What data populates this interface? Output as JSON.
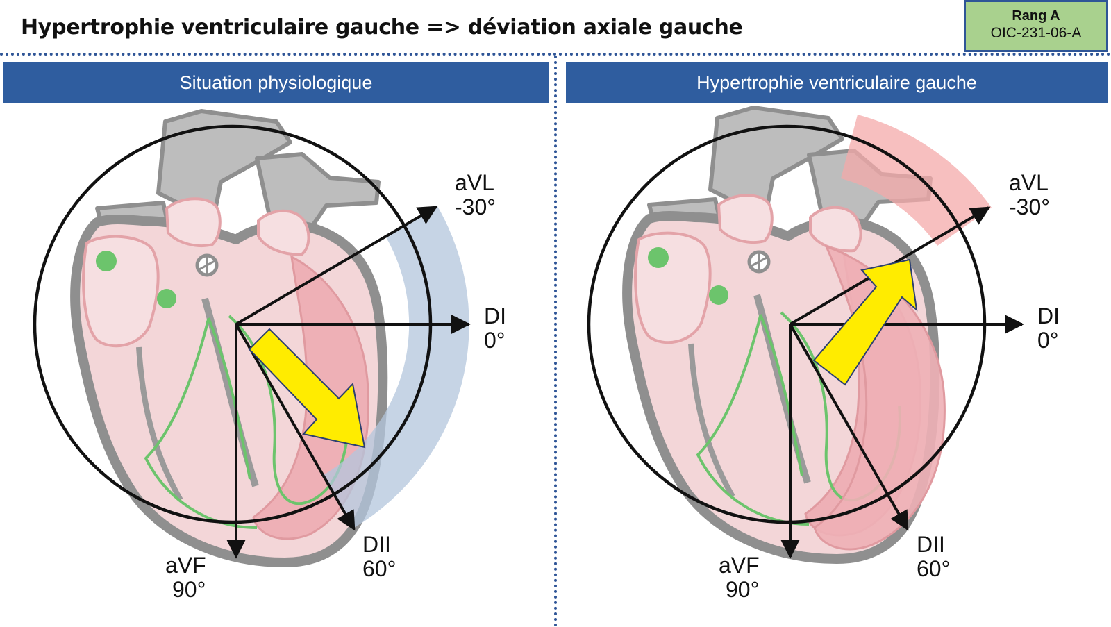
{
  "title": "Hypertrophie ventriculaire gauche => déviation axiale gauche",
  "badge": {
    "line1": "Rang A",
    "line2": "OIC-231-06-A"
  },
  "panels": [
    {
      "header": "Situation physiologique",
      "labels": {
        "avl_name": "aVL",
        "avl_deg": "-30°",
        "di_name": "DI",
        "di_deg": "0°",
        "dii_name": "DII",
        "dii_deg": "60°",
        "avf_name": "aVF",
        "avf_deg": "90°"
      }
    },
    {
      "header": "Hypertrophie ventriculaire gauche",
      "labels": {
        "avl_name": "aVL",
        "avl_deg": "-30°",
        "di_name": "DI",
        "di_deg": "0°",
        "dii_name": "DII",
        "dii_deg": "60°",
        "avf_name": "aVF",
        "avf_deg": "90°"
      }
    }
  ],
  "colors": {
    "header_bg": "#2f5d9f",
    "badge_bg": "#a9d18e",
    "normal_range": "#b3c5dc",
    "abnormal_range": "#f4a9a9",
    "main_axis_arrow": "#ffec00",
    "heart_wall": "#8f8f8f",
    "heart_chamber": "#f3d6d8",
    "conduction": "#6cc46c"
  }
}
